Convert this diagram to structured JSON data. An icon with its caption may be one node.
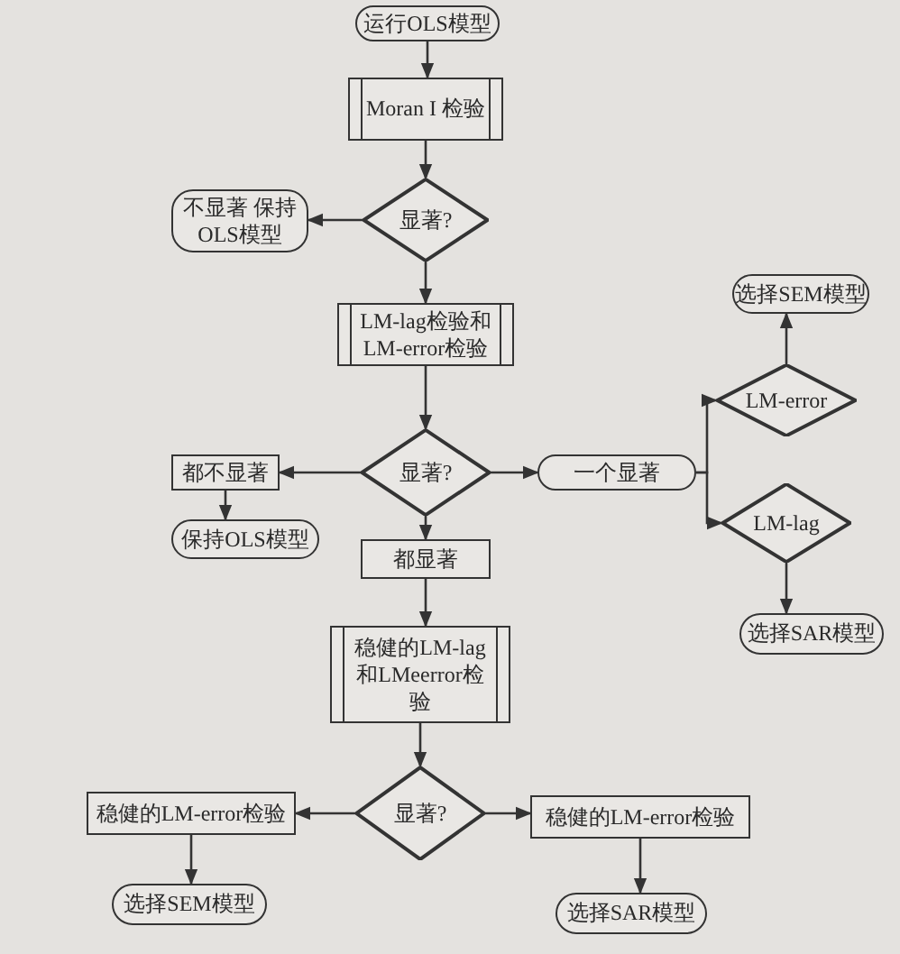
{
  "diagram": {
    "nodes": [
      {
        "text": [
          "运行OLS模型"
        ]
      },
      {
        "text": [
          "Moran I 检验"
        ]
      },
      {
        "text": [
          "显著?"
        ]
      },
      {
        "text": [
          "不显著 保持OLS模型"
        ]
      },
      {
        "text": [
          "LM-lag检验和 LM-error检验"
        ]
      },
      {
        "text": [
          "显著?"
        ]
      },
      {
        "text": [
          "都不显著"
        ]
      },
      {
        "text": [
          "保持OLS模型"
        ]
      },
      {
        "text": [
          "都显著"
        ]
      },
      {
        "text": [
          "一个显著"
        ]
      },
      {
        "text": [
          "选择SEM模型"
        ]
      },
      {
        "text": [
          "LM-error"
        ]
      },
      {
        "text": [
          "LM-lag"
        ]
      },
      {
        "text": [
          "选择SAR模型"
        ]
      },
      {
        "text": [
          "稳健的LM-lag和LMeerror检验"
        ]
      },
      {
        "text": [
          "显著?"
        ]
      },
      {
        "text": [
          "稳健的LM-error检验"
        ]
      },
      {
        "text": [
          "选择SEM模型"
        ]
      },
      {
        "text": [
          "稳健的LM-error检验"
        ]
      },
      {
        "text": [
          "选择SAR模型"
        ]
      }
    ],
    "edges": [
      {
        "from": 0,
        "to": 1,
        "arrow": "to"
      },
      {
        "from": 1,
        "to": 2,
        "arrow": "to"
      },
      {
        "from": 2,
        "to": 3,
        "arrow": "to"
      },
      {
        "from": 2,
        "to": 4,
        "arrow": "to"
      },
      {
        "from": 4,
        "to": 5,
        "arrow": "to"
      },
      {
        "from": 5,
        "to": 6,
        "arrow": "to"
      },
      {
        "from": 6,
        "to": 7,
        "arrow": "to"
      },
      {
        "from": 5,
        "to": 8,
        "arrow": "to"
      },
      {
        "from": 5,
        "to": 9,
        "arrow": "to"
      },
      {
        "from": 9,
        "to": 11,
        "arrow": "to"
      },
      {
        "from": 9,
        "to": 12,
        "arrow": "to"
      },
      {
        "from": 11,
        "to": 10,
        "arrow": "to"
      },
      {
        "from": 12,
        "to": 13,
        "arrow": "to"
      },
      {
        "from": 8,
        "to": 14,
        "arrow": "to"
      },
      {
        "from": 14,
        "to": 15,
        "arrow": "to"
      },
      {
        "from": 15,
        "to": 16,
        "arrow": "to"
      },
      {
        "from": 15,
        "to": 18,
        "arrow": "to"
      },
      {
        "from": 16,
        "to": 17,
        "arrow": "to"
      },
      {
        "from": 18,
        "to": 19,
        "arrow": "to"
      }
    ]
  }
}
